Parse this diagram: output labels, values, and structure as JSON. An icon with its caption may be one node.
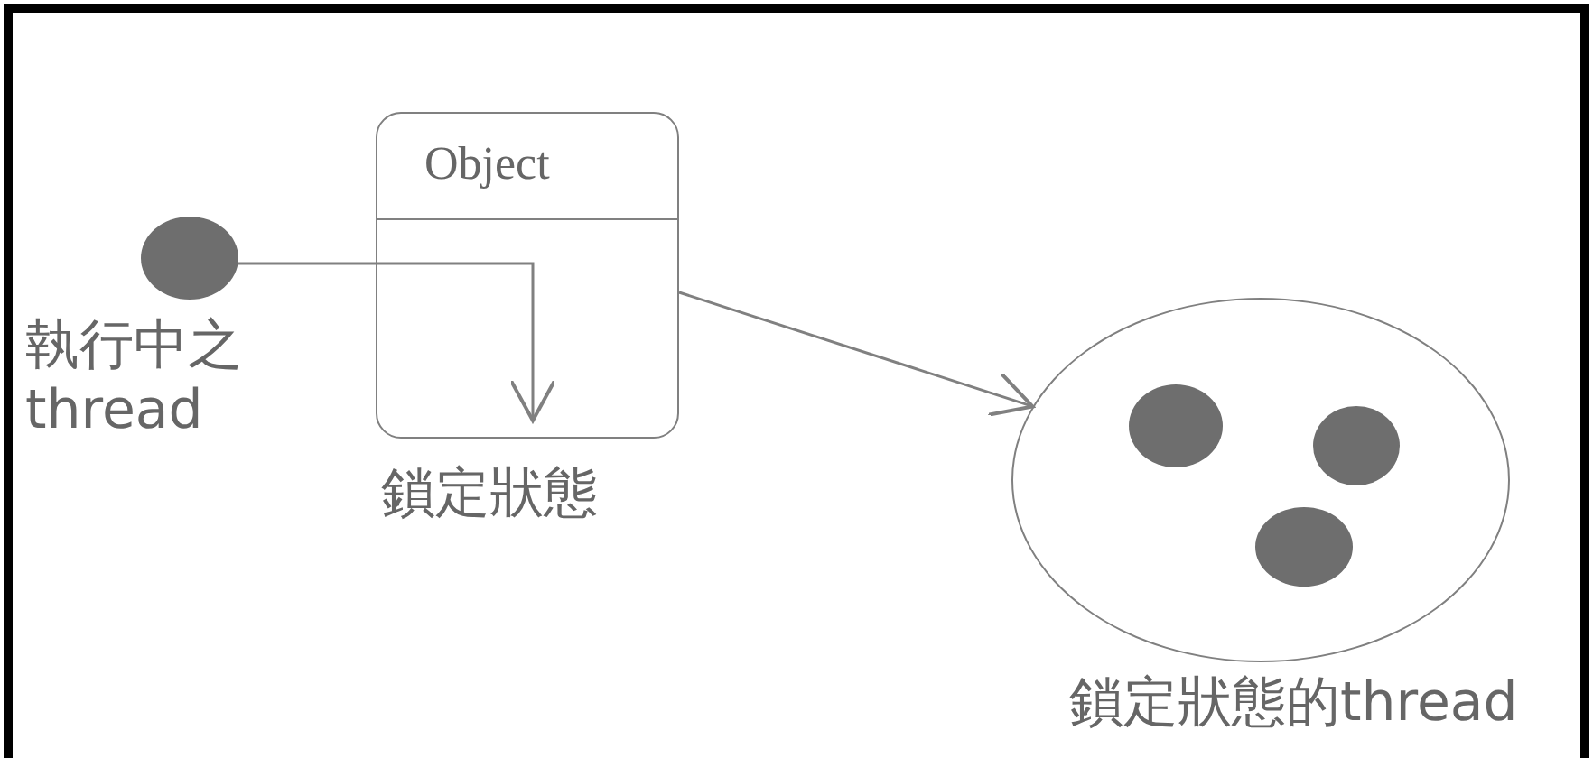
{
  "diagram": {
    "nodes": [
      {
        "text": [],
        "shape": "circle",
        "beside": [
          "執行中之thread"
        ]
      },
      {
        "text": [
          "Object"
        ],
        "beside": [
          "鎖定狀態"
        ]
      },
      {
        "text": [],
        "shape": "circle",
        "beside": [
          "鎖定狀態的thread"
        ]
      },
      {
        "text": [],
        "shape": "circle",
        "in": 2
      },
      {
        "text": [],
        "shape": "circle",
        "in": 2
      },
      {
        "text": [],
        "shape": "circle",
        "in": 2
      }
    ],
    "edges": [
      {
        "from": 0,
        "to": 1,
        "arrow": "to"
      },
      {
        "from": 1,
        "to": 2,
        "arrow": "to"
      }
    ]
  }
}
